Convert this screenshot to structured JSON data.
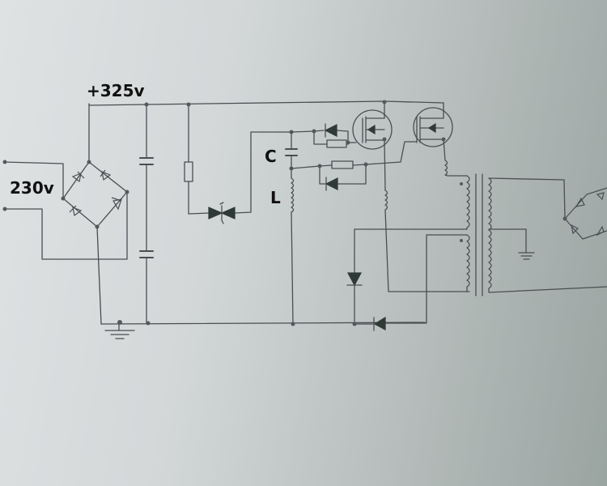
{
  "labels": {
    "dc_bus_voltage": "+325v",
    "mains_voltage": "230v",
    "capacitor": "C",
    "inductor": "L"
  },
  "colors": {
    "wire": "#4a4e52",
    "ink_text": "#111111"
  }
}
